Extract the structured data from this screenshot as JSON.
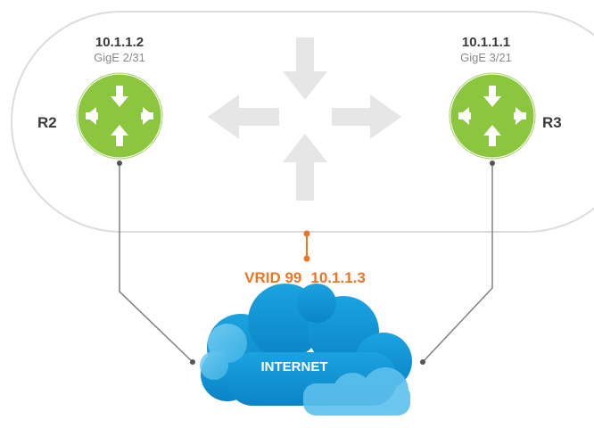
{
  "routers": [
    {
      "name": "R2",
      "ip": "10.1.1.2",
      "port": "GigE 2/31",
      "icon": "router-icon"
    },
    {
      "name": "R3",
      "ip": "10.1.1.1",
      "port": "GigE 3/21",
      "icon": "router-icon"
    }
  ],
  "vrrp": {
    "vrid_label": "VRID 99",
    "virtual_ip": "10.1.1.3"
  },
  "cloud": {
    "label": "INTERNET",
    "icon": "cloud-icon"
  },
  "colors": {
    "router_green": "#8cc63f",
    "router_ring": "#ffffff",
    "cloud_blue": "#29a9e0",
    "cloud_light": "#6cc7ef",
    "vrid_orange": "#ee7623",
    "arrow_gray": "#e6e6e6",
    "outline_gray": "#dddddd",
    "link_gray": "#808080"
  }
}
